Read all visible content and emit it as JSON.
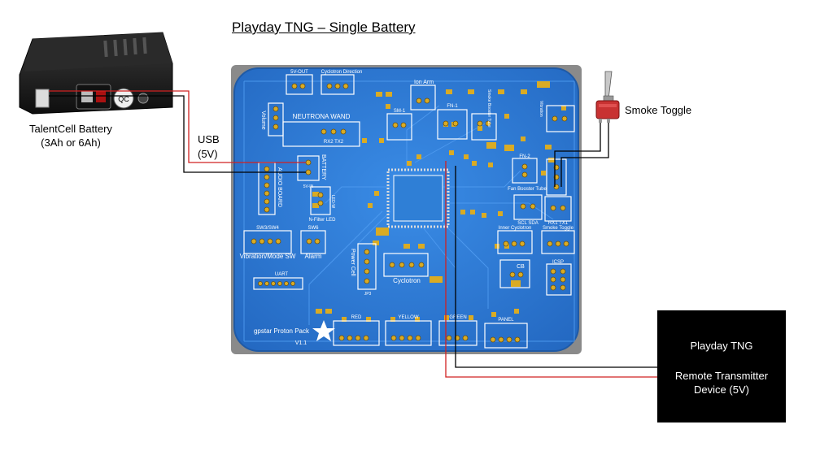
{
  "title": "Playday TNG – Single Battery",
  "battery": {
    "line1": "TalentCell Battery",
    "line2": "(3Ah or 6Ah)",
    "usb_badge": "QC"
  },
  "usb": {
    "line1": "USB",
    "line2": "(5V)"
  },
  "toggle": {
    "label": "Smoke Toggle"
  },
  "remote": {
    "title": "Playday TNG",
    "line1": "Remote Transmitter",
    "line2": "Device (5V)"
  },
  "board": {
    "name": "gpstar Proton Pack",
    "version": "V1.1",
    "components": {
      "v5out": "5V-OUT",
      "cyc_dir": "Cyclotron Direction",
      "volume": "Volume",
      "neutrona": "NEUTRONA WAND",
      "rx2tx2": "RX2  TX2",
      "ion_arm": "Ion Arm",
      "sm1": "SM-1",
      "fn1": "FN-1",
      "fn2": "FN-2",
      "smoke_booster": "Smoke Booster Tube",
      "vibration": "Vibration",
      "battery": "BATTERY",
      "v5in": "5V-IN",
      "audio": "AUDIO BOARD",
      "led_w": "LED-W",
      "nfilter": "N-Filter LED",
      "fan_booster": "Fan Booster Tube",
      "scl_sda": "SCL  SDA",
      "rx1tx1": "RX1 TX1",
      "sw3sw4": "SW3/SW4",
      "sw6": "SW6",
      "vib_mode": "Vibration/Mode SW",
      "alarm": "Alarm",
      "inner_cyc": "Inner Cyclotron",
      "smoke_toggle_hdr": "Smoke Toggle",
      "power_cell": "Power Cell",
      "cyclotron": "Cyclotron",
      "cb": "CB",
      "icsp": "ICSP",
      "uart": "UART",
      "jp3": "JP3",
      "red": "RED",
      "yellow": "YELLOW",
      "green": "GREEN",
      "panel": "PANEL"
    }
  },
  "colors": {
    "board": "#2f7fd6",
    "board_edge": "#7a7a7a",
    "pad": "#d9ab24",
    "wire_red": "#d12020",
    "wire_black": "#000000",
    "silk": "#ffffff"
  }
}
